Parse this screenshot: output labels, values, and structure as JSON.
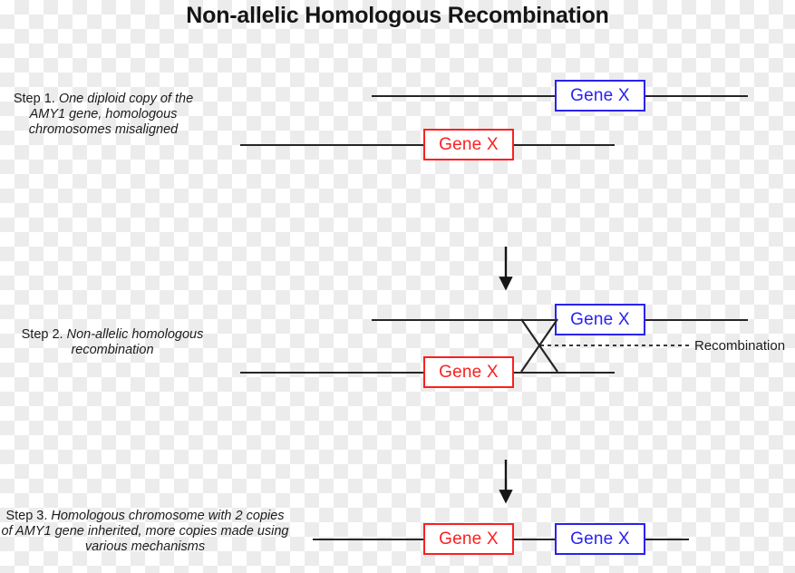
{
  "title": "Non-allelic Homologous Recombination",
  "steps": [
    {
      "number": "Step 1.",
      "text": " One diploid copy of the AMY1 gene, homologous chromosomes misaligned"
    },
    {
      "number": "Step 2.",
      "text": " Non-allelic homologous recombination"
    },
    {
      "number": "Step 3.",
      "text": " Homologous chromosome with 2 copies of AMY1 gene inherited, more copies made using various mechanisms"
    }
  ],
  "genes": {
    "label": "Gene X",
    "blue_color": "#2a22f0",
    "red_color": "#fb2020"
  },
  "annotations": {
    "recombination": "Recombination"
  },
  "diagram": {
    "strand_color": "#262626",
    "arrow_label": "down-arrow"
  }
}
